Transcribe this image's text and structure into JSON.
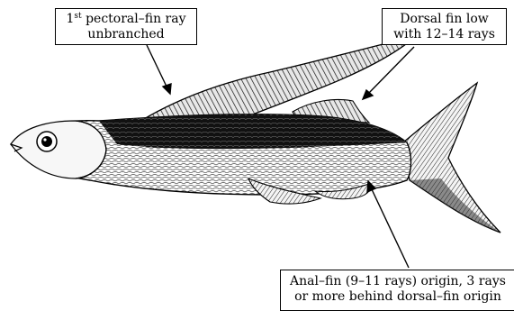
{
  "labels": {
    "pectoral": {
      "line1_number": "1",
      "line1_sup": "st",
      "line1_rest": " pectoral–fin ray",
      "line2": "unbranched"
    },
    "dorsal": {
      "line1": "Dorsal fin low",
      "line2": "with 12–14 rays"
    },
    "anal": {
      "line1": "Anal–fin (9–11 rays) origin, 3 rays",
      "line2": "or more behind dorsal–fin origin"
    }
  },
  "colors": {
    "ink": "#000000",
    "background": "#ffffff",
    "body_dark": "#1a1a1a",
    "belly_light": "#f2f2f2"
  }
}
